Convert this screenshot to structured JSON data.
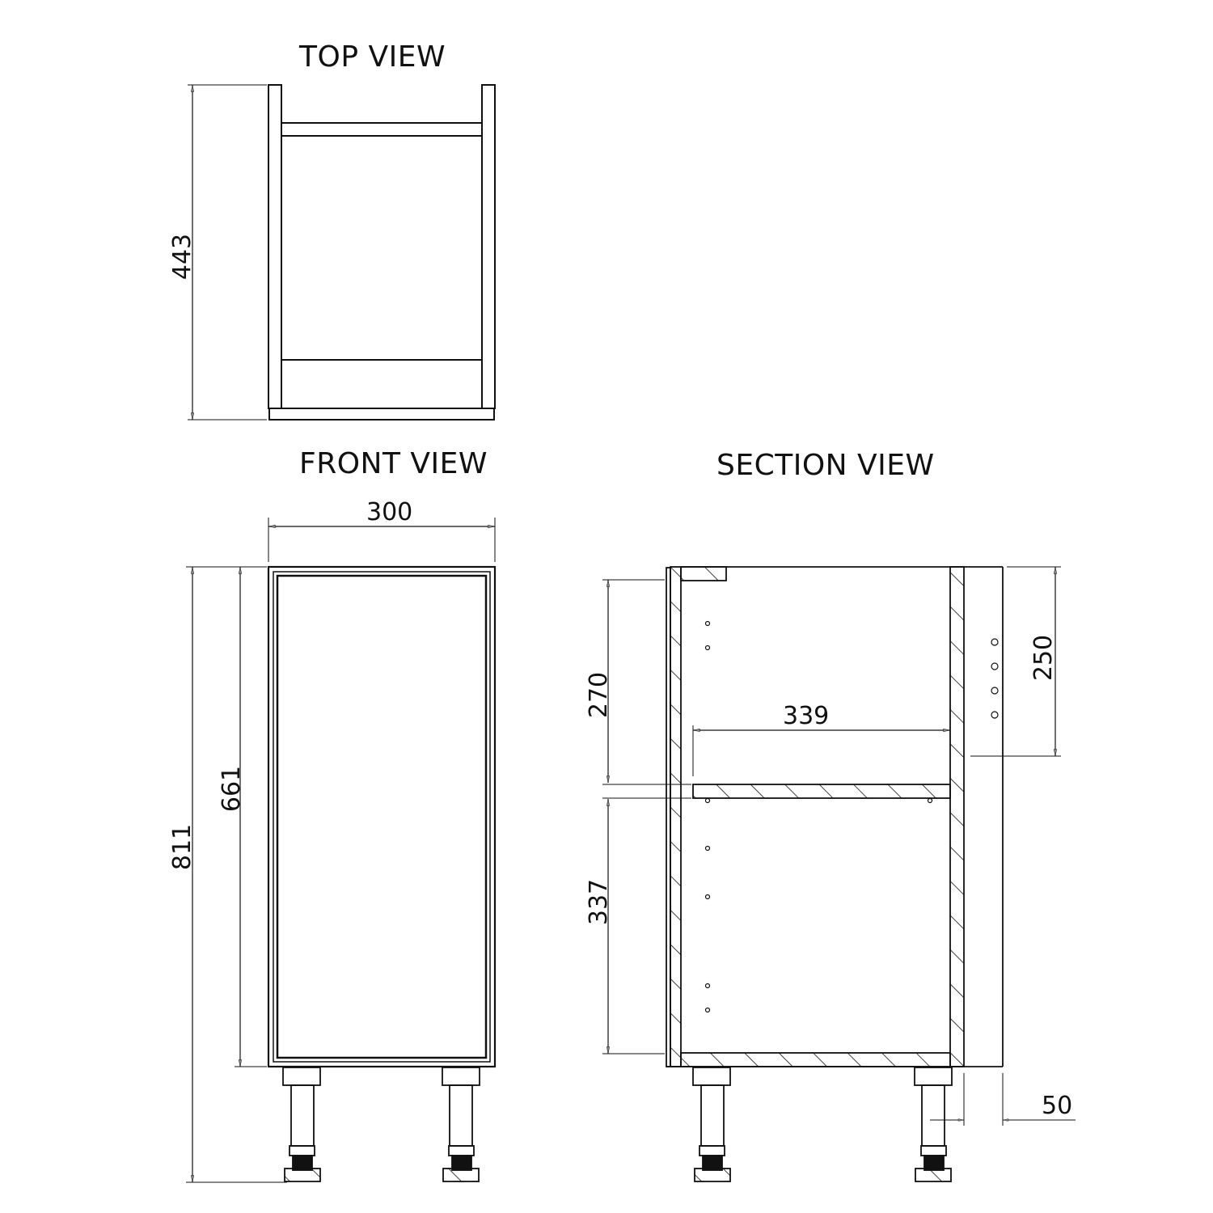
{
  "views": {
    "top": {
      "title": "TOP VIEW",
      "depth_dim": "443"
    },
    "front": {
      "title": "FRONT VIEW",
      "width_dim": "300",
      "door_height_dim": "661",
      "total_height_dim": "811"
    },
    "section": {
      "title": "SECTION VIEW",
      "upper_space_dim": "270",
      "lower_space_dim": "337",
      "inner_depth_dim": "339",
      "hole_offset_dim": "250",
      "toe_kick_dim": "50"
    }
  },
  "colors": {
    "line": "#111111",
    "background": "#ffffff"
  }
}
